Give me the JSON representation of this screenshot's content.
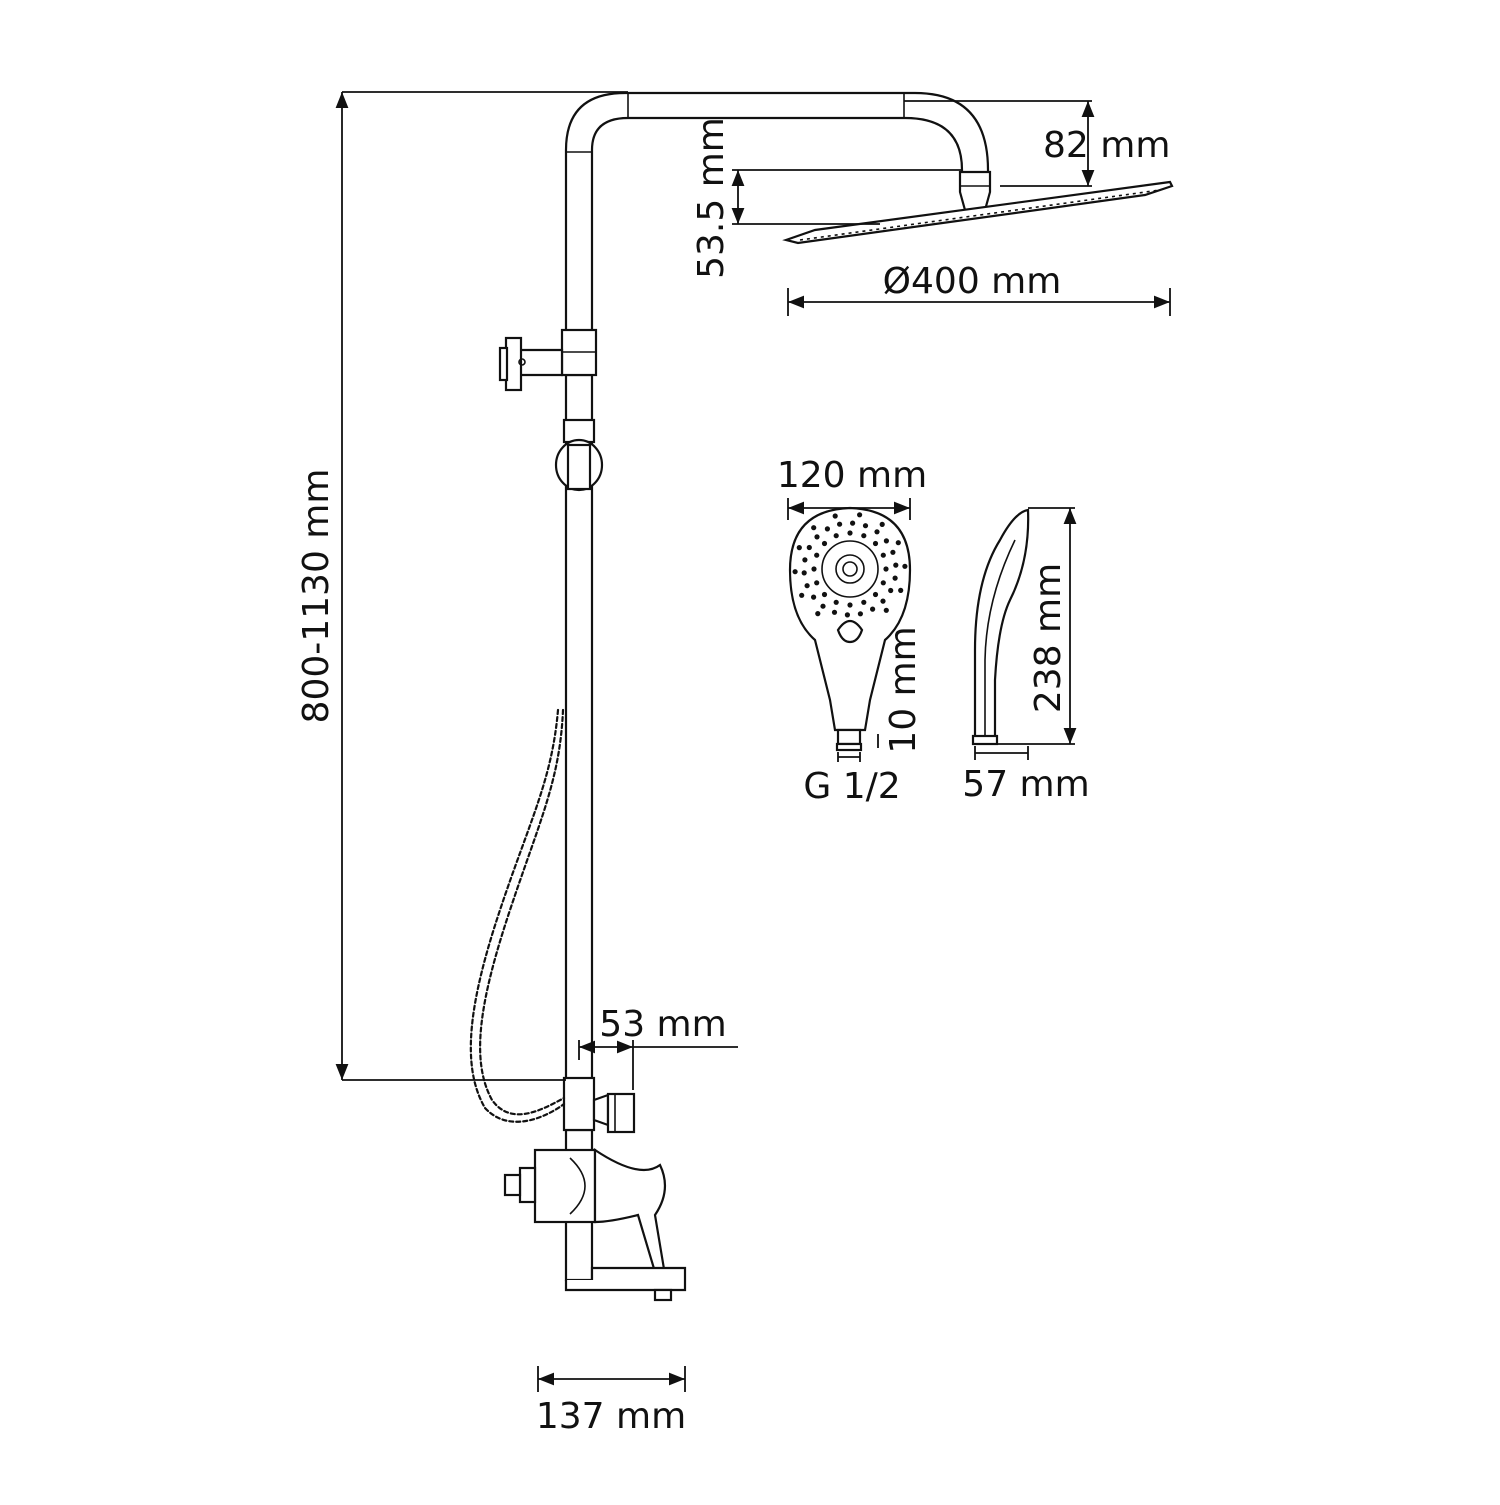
{
  "dimensions": {
    "height_range": "800-1130 mm",
    "arm_drop": "82 mm",
    "head_thickness": "53.5 mm",
    "head_diameter": "Ø400 mm",
    "hand_shower_width": "120 mm",
    "connector_length": "10 mm",
    "thread": "G 1/2",
    "hand_shower_length": "238 mm",
    "hand_shower_depth": "57 mm",
    "outlet_offset": "53 mm",
    "spout_length": "137 mm"
  },
  "colors": {
    "line": "#111111",
    "background": "#ffffff"
  }
}
